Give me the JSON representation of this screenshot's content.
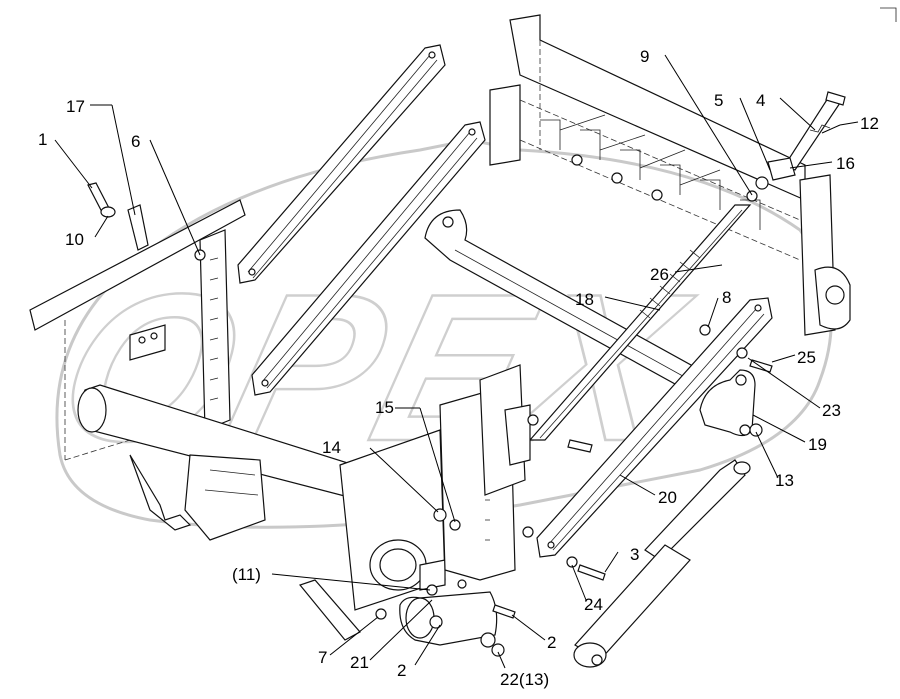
{
  "watermark": {
    "text": "OPEX"
  },
  "callouts": [
    {
      "id": "c1",
      "label": "1"
    },
    {
      "id": "c2a",
      "label": "2"
    },
    {
      "id": "c2b",
      "label": "2"
    },
    {
      "id": "c3",
      "label": "3"
    },
    {
      "id": "c4",
      "label": "4"
    },
    {
      "id": "c5",
      "label": "5"
    },
    {
      "id": "c6",
      "label": "6"
    },
    {
      "id": "c7",
      "label": "7"
    },
    {
      "id": "c8",
      "label": "8"
    },
    {
      "id": "c9",
      "label": "9"
    },
    {
      "id": "c10",
      "label": "10"
    },
    {
      "id": "c11",
      "label": "(11)"
    },
    {
      "id": "c12",
      "label": "12"
    },
    {
      "id": "c13",
      "label": "13"
    },
    {
      "id": "c14",
      "label": "14"
    },
    {
      "id": "c15",
      "label": "15"
    },
    {
      "id": "c16",
      "label": "16"
    },
    {
      "id": "c17",
      "label": "17"
    },
    {
      "id": "c18",
      "label": "18"
    },
    {
      "id": "c19",
      "label": "19"
    },
    {
      "id": "c20",
      "label": "20"
    },
    {
      "id": "c21",
      "label": "21"
    },
    {
      "id": "c22",
      "label": "22(13)"
    },
    {
      "id": "c23",
      "label": "23"
    },
    {
      "id": "c24",
      "label": "24"
    },
    {
      "id": "c25",
      "label": "25"
    },
    {
      "id": "c26",
      "label": "26"
    }
  ]
}
